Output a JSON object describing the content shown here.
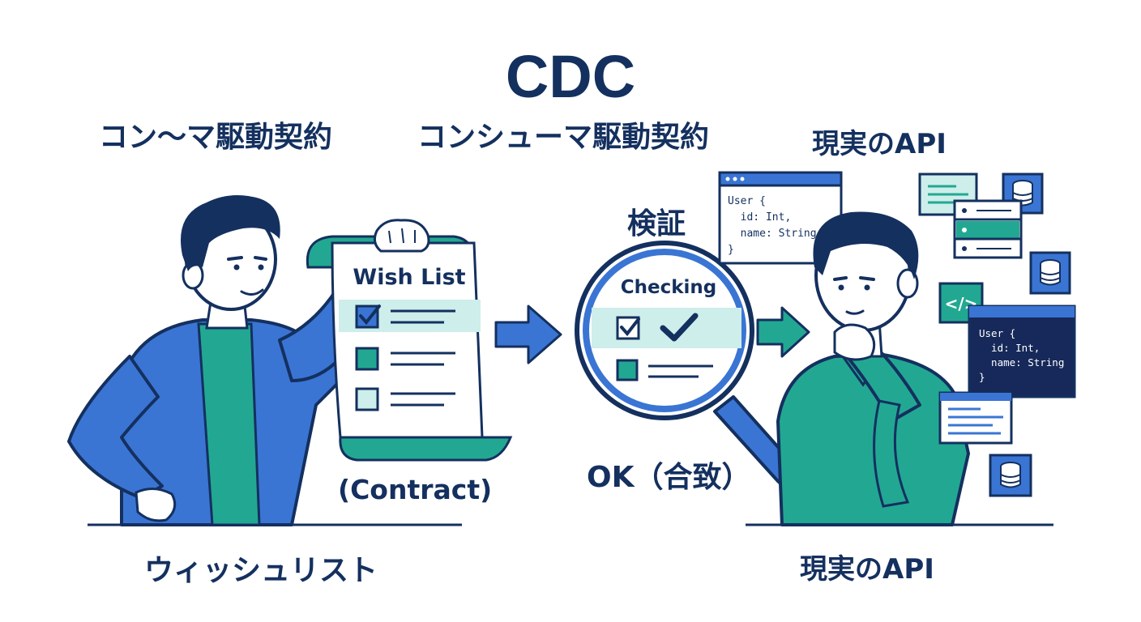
{
  "title": "CDC",
  "labels": {
    "left_heading": "コン〜マ駆動契約",
    "center_heading": "コンシューマ駆動契約",
    "right_heading": "現実のAPI",
    "verify": "検証",
    "ok": "OK（合致）",
    "contract": "(Contract)",
    "wishlist": "ウィッシュリスト",
    "api_bottom": "現実のAPI"
  },
  "scroll": {
    "title": "Wish List"
  },
  "magnifier": {
    "title": "Checking"
  },
  "code_window": {
    "lines": [
      "User {",
      "  id: Int,",
      "  name: String",
      "}"
    ]
  },
  "dark_code_panel": {
    "lines": [
      "User {",
      "  id: Int,",
      "  name: String",
      "}"
    ],
    "tag_icon": "</>"
  },
  "colors": {
    "navy": "#14305f",
    "blue": "#3a75d4",
    "teal": "#22a892",
    "light_teal": "#cdeeea"
  }
}
